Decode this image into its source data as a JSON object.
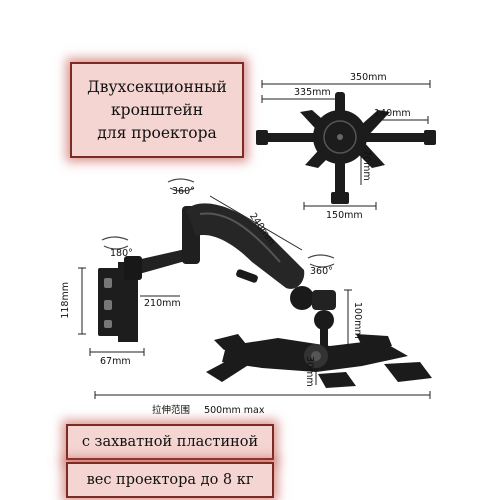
{
  "title": {
    "line1": "Двухсекционный",
    "line2": "кронштейн",
    "line3": "для проектора"
  },
  "features": {
    "plate": "с захватной пластиной",
    "weight": "вес проектора до 8 кг"
  },
  "dimensions": {
    "plate_width": "350mm",
    "plate_diag": "335mm",
    "plate_arm": "140mm",
    "plate_center": "70mm",
    "plate_base": "150mm",
    "rot_top": "360°",
    "rot_left": "180°",
    "rot_right": "360°",
    "arm_len": "240mm",
    "mount_h": "118mm",
    "arm_ext": "210mm",
    "mount_w": "67mm",
    "drop": "100mm",
    "plate_h": "30mm",
    "range_label": "拉伸范围",
    "range_value": "500mm  max"
  }
}
